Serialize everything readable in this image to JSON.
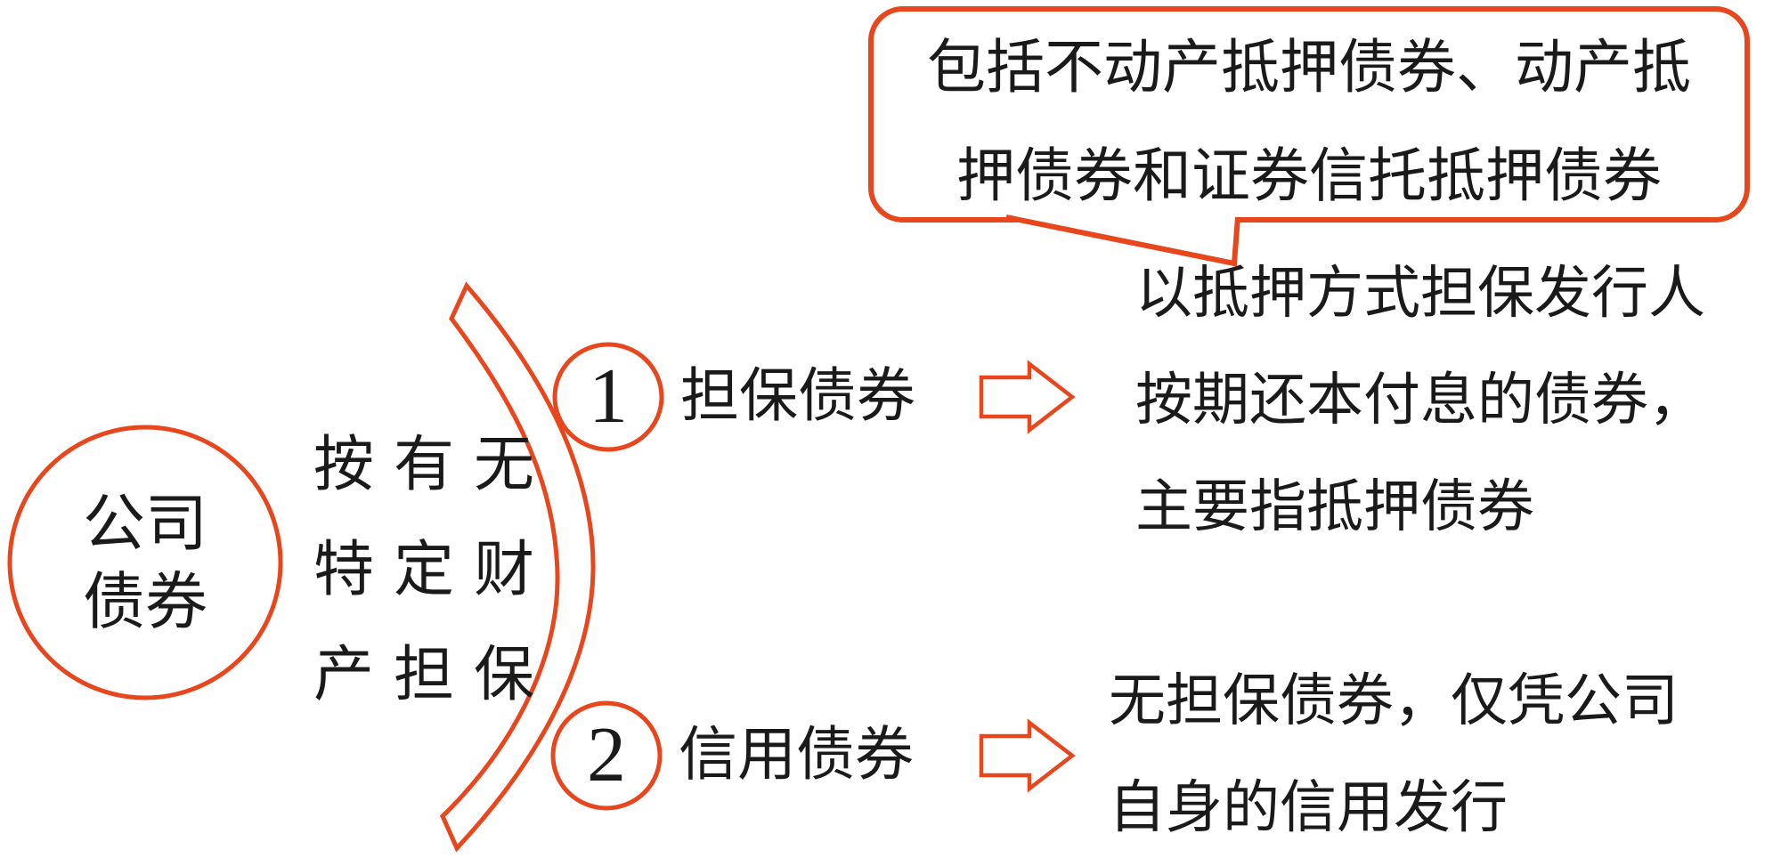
{
  "colors": {
    "accent": "#e8461c",
    "text": "#1a1a1a",
    "background": "#ffffff"
  },
  "root_node": {
    "line1": "公司",
    "line2": "债券"
  },
  "criterion": {
    "line1": "按有无",
    "line2": "特定财",
    "line3": "产担保"
  },
  "callout": {
    "line1": "包括不动产抵押债券、动产抵",
    "line2": "押债券和证券信托抵押债券"
  },
  "branches": [
    {
      "number": "1",
      "label": "担保债券",
      "description_lines": [
        "以抵押方式担保发行人",
        "按期还本付息的债券，",
        "主要指抵押债券"
      ]
    },
    {
      "number": "2",
      "label": "信用债券",
      "description_lines": [
        "无担保债券，仅凭公司",
        "自身的信用发行"
      ]
    }
  ]
}
